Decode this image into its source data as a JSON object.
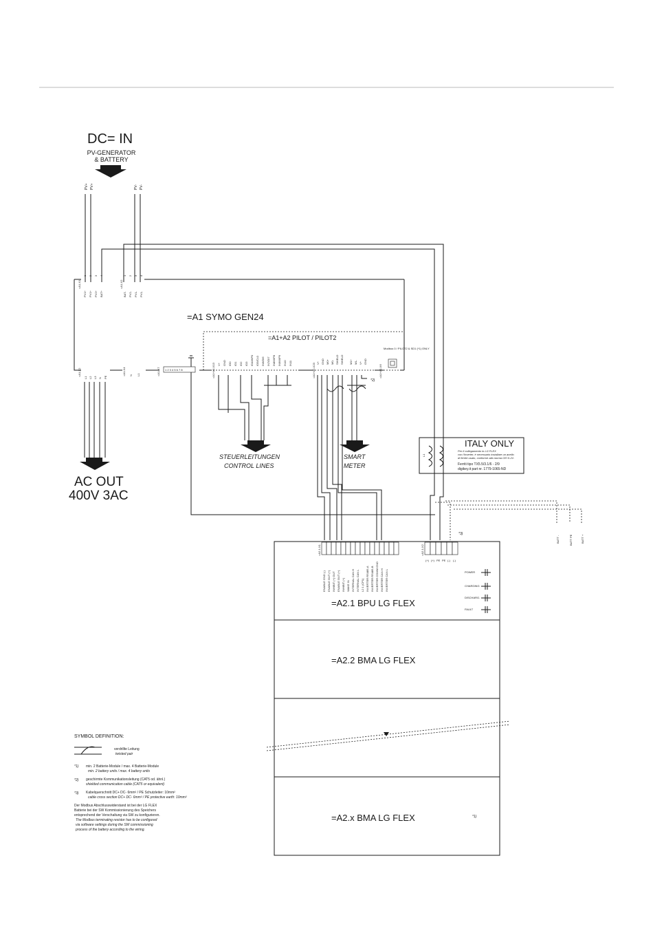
{
  "dc_in": {
    "title": "DC= IN",
    "subtitle1": "PV-GENERATOR",
    "subtitle2": "& BATTERY",
    "wire_labels_left": [
      "PV+",
      "PV+"
    ],
    "wire_labels_right": [
      "PV-",
      "PV-"
    ]
  },
  "inverter": {
    "title": "=A1     SYMO GEN24",
    "x1_ref": "=A1-X1",
    "x1_pins": [
      "PV1+",
      "PV1+",
      "PV2+",
      "BAT+"
    ],
    "x1_nums": [
      "1",
      "2",
      "3",
      "4"
    ],
    "x2_ref": "=A1-X2",
    "x2_pins": [
      "BAT-",
      "PV2-",
      "PV1-",
      "PV1-"
    ],
    "x2_nums": [
      "1",
      "2",
      "3",
      "4"
    ],
    "ac_ref": "=A1-X2",
    "ac_pins": [
      "L1",
      "L2",
      "L3",
      "N",
      "PE"
    ],
    "aux_ref": "=A1-X4",
    "aux_pins": [
      "N",
      "L1"
    ],
    "x7_ref": "=A1-X7",
    "pilot_title": "=A1+A2  PILOT  /  PILOT2",
    "pilot_ref": "=A1+A2-X13",
    "pilot_pins": [
      "V+",
      "GND",
      "IO0",
      "IO1",
      "IO2",
      "IO3",
      "IO4/WP0",
      "IO5/CL0",
      "IN6/DI6",
      "IN7/DI7",
      "IN8/WP8",
      "IN9/WP9",
      "IN10",
      "IN11"
    ],
    "modbus_ref": "=A1+A2-X23",
    "modbus_pins": [
      "V+",
      "GND",
      "M0+",
      "M0-",
      "SHIELD",
      "SHIELD",
      "M1+",
      "M1-",
      "V+",
      "GND"
    ],
    "eth_ref": "=A1+A2-X6",
    "eth_note": "Modbus 0 / PILOT2 & SD1 (*1) ONLY",
    "note_2": "*2)"
  },
  "labels": {
    "control_lines_de": "STEUERLEITUNGEN",
    "control_lines_en": "CONTROL LINES",
    "smart_meter_1": "SMART",
    "smart_meter_2": "METER",
    "ac_out_1": "AC OUT",
    "ac_out_2": "400V 3AC"
  },
  "italy": {
    "title": "ITALY  ONLY",
    "line1": "Per il collegamento in LG FLEX",
    "line2": "con l'inverter, è necessario installare un anello",
    "line3": "di ferrite usato, conforme alla norma CEI 0-21:",
    "line4": "Ferriti tipo TX5.5/3.1/6 - 2/9",
    "line5": "digikey.it part nr. 1779-1065-ND",
    "coil_label": "L1"
  },
  "battery": {
    "bpu": "=A2.1   BPU   LG FLEX",
    "bma1": "=A2.2   BMA   LG FLEX",
    "bmax": "=A2.x   BMA   LG FLEX",
    "bmax_note": "*1)",
    "x1_ref": "=A2.1-X1",
    "x1_pins": [
      "ENABLE GND (-)",
      "ENABLE OUT (+)",
      "INHIBIT (+) OUT",
      "ENABLE OUT (+)",
      "INHIBIT (+)",
      "WAKE IN",
      "INTERNAL CAN H",
      "INTERNAL CAN L",
      "L2 1 (CP1)",
      "INVERTER RS485-A",
      "INVERTER RS485-B",
      "INVERTER COMM GND",
      "INVERTER CAN H",
      "INVERTER CAN L"
    ],
    "x2_ref": "=A2.1-X2",
    "x2_pins": [
      "(+)",
      "(+)",
      "PE",
      "PE",
      "(-)",
      "(-)"
    ],
    "note_3": "*3)",
    "leds": [
      "POWER",
      "CHARGING",
      "DISCHARG.",
      "FAULT"
    ],
    "batt_labels": [
      "BATT -",
      "BATT PE",
      "BATT +"
    ]
  },
  "symbols": {
    "title": "SYMBOL DEFINITION:",
    "twisted_de": "verdrillte Leitung",
    "twisted_en": "twisted pair",
    "n1_key": "*1)",
    "n1_de": "min. 2 Batterie-Module / max. 4 Batterie-Module",
    "n1_en": "min. 2 battery units / max. 4 battery units",
    "n2_key": "*2)",
    "n2_de": "geschirmte Kommunikationsleitung (CAT5 od. ähnl.)",
    "n2_en": "shielded communication cable (CAT5 or equivalent)",
    "n3_key": "*3)",
    "n3_de": "Kabelquerschnitt DC+ DC- 6mm² / PE Schutzleiter: 10mm²",
    "n3_en": "cable cross section DC+ DC- 6mm² / PE protective earth: 10mm²",
    "term1": "Der Modbus Abschlusswiderstand ist bei der LG FLEX",
    "term2": "Batterie bei der SW Kommissionierung des Speichers",
    "term3": "entsprechend der Verschaltung via SW zu konfigurieren.",
    "term4": "The Modbus terminating resistor has to be configured",
    "term5": "via software settings during the SW commissioning",
    "term6": "process of the battery according to the wiring."
  }
}
